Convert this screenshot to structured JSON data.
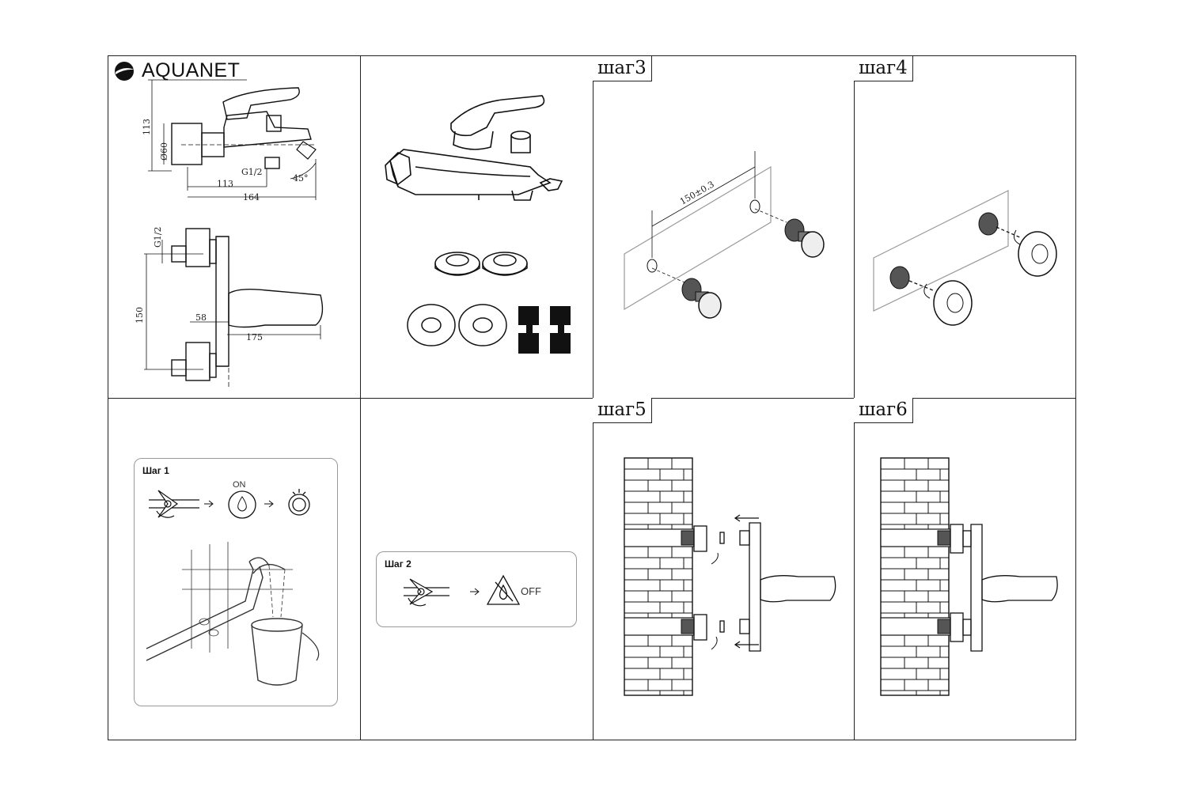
{
  "brand": {
    "name": "AQUANET",
    "logo_icon": "aquanet-logo-icon"
  },
  "dimensions": {
    "height_top": "113",
    "diameter": "Ø60",
    "thread": "G1/2",
    "angle": "45°",
    "length_a": "113",
    "length_b": "164",
    "thread_front": "G1/2",
    "centers": "150",
    "handle_offset": "58",
    "total_length": "175"
  },
  "step3": {
    "label": "шаг3",
    "spacing": "150±0.3"
  },
  "step4": {
    "label": "шаг4"
  },
  "step5": {
    "label": "шаг5"
  },
  "step6": {
    "label": "шаг6"
  },
  "step1": {
    "title": "Шаг 1",
    "on_label": "ON"
  },
  "step2": {
    "title": "Шаг 2",
    "off_label": "OFF"
  }
}
